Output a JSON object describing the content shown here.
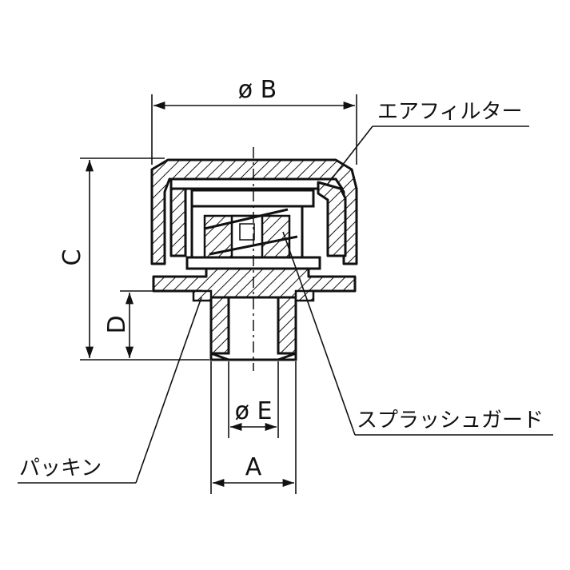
{
  "dimensions": {
    "diameter_b": "ø B",
    "c": "C",
    "d": "D",
    "diameter_e": "ø E",
    "a": "A"
  },
  "callouts": {
    "air_filter": "エアフィルター",
    "splash_guard": "スプラッシュガード",
    "packing": "パッキン"
  }
}
